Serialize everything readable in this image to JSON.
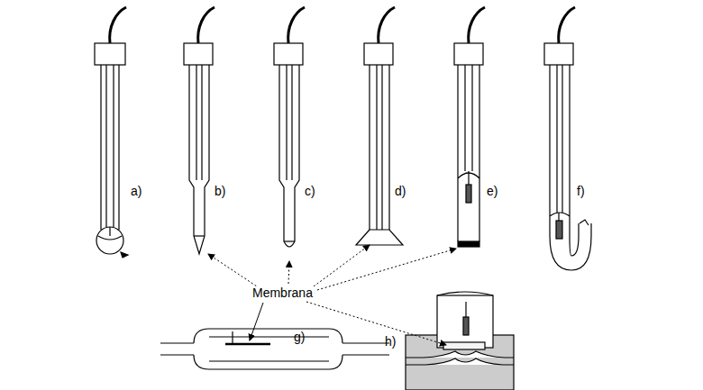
{
  "diagram": {
    "labels": [
      "a)",
      "b)",
      "c)",
      "d)",
      "e)",
      "f)",
      "Membrana",
      "g)",
      "h)"
    ]
  }
}
